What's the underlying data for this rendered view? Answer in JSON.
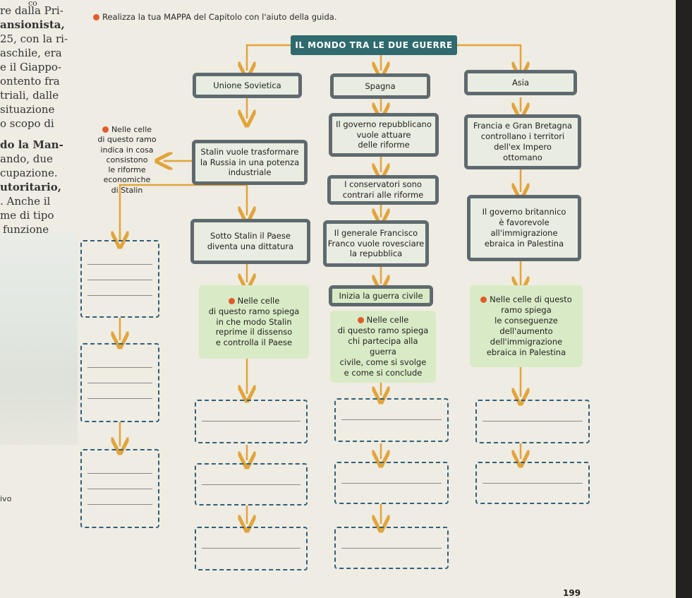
{
  "left_margin_text": [
    "re dalla Pri-",
    "ansionista,",
    "25, con la ri-",
    "aschile, era",
    "e il Giappo-",
    "ontento fra",
    "triali, dalle",
    "situazione",
    "o scopo di",
    "do la Man-",
    "ando, due",
    "cupazione.",
    "utoritario,",
    ". Anche il",
    "me di tipo",
    "funzione",
    "ivo"
  ],
  "instruction": "Realizza la tua MAPPA del Capitolo con l'aiuto della guida.",
  "title": "IL MONDO TRA LE DUE GUERRE",
  "columns": {
    "urss": "Unione Sovietica",
    "spagna": "Spagna",
    "asia": "Asia"
  },
  "urss": {
    "stalin": [
      "Stalin vuole trasformare",
      "la Russia in una potenza",
      "industriale"
    ],
    "guide_reforms": [
      "Nelle celle",
      "di questo ramo",
      "indica in cosa",
      "consistono",
      "le riforme",
      "economiche",
      "di Stalin"
    ],
    "dittatura": [
      "Sotto Stalin il Paese",
      "diventa una dittatura"
    ],
    "guide_dissenso": [
      "Nelle celle",
      "di questo ramo spiega",
      "in che modo Stalin",
      "reprime il dissenso",
      "e controlla il Paese"
    ]
  },
  "spagna": {
    "governo": [
      "Il governo repubblicano",
      "vuole attuare",
      "delle riforme"
    ],
    "conservatori": [
      "I conservatori sono",
      "contrari alle riforme"
    ],
    "franco": [
      "Il generale Francisco",
      "Franco vuole rovesciare",
      "la repubblica"
    ],
    "guerra": "Inizia la guerra civile",
    "guide_guerra": [
      "Nelle celle",
      "di questo ramo spiega",
      "chi partecipa alla guerra",
      "civile, come si svolge",
      "e come si conclude"
    ]
  },
  "asia": {
    "francia": [
      "Francia e Gran Bretagna",
      "controllano i territori",
      "dell'ex Impero",
      "ottomano"
    ],
    "britannico": [
      "Il governo britannico",
      "è favorevole",
      "all'immigrazione",
      "ebraica in Palestina"
    ],
    "guide_immigrazione": [
      "Nelle celle di questo",
      "ramo spiega",
      "le conseguenze",
      "dell'aumento",
      "dell'immigrazione",
      "ebraica in Palestina"
    ]
  },
  "page_number": "199"
}
